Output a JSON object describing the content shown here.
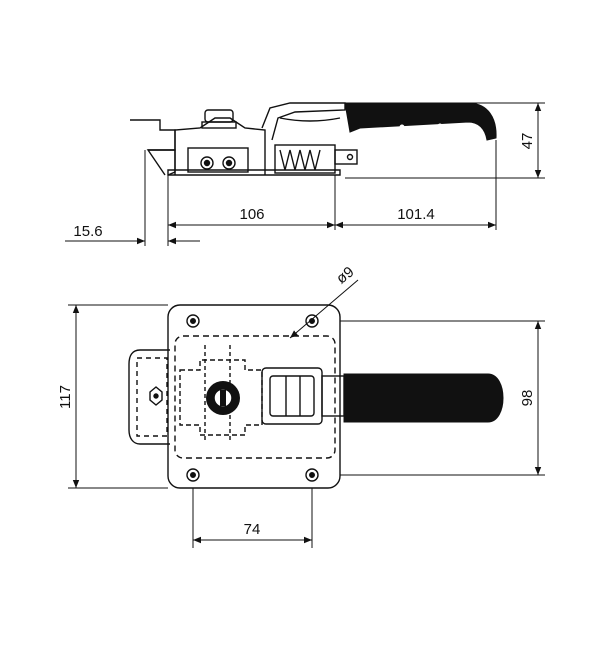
{
  "drawing": {
    "colors": {
      "line": "#111111",
      "handle": "#111111",
      "background": "#ffffff"
    },
    "side_view": {
      "dims": {
        "height": "47",
        "offset": "15.6",
        "base_length": "106",
        "handle_length": "101.4"
      }
    },
    "top_view": {
      "dims": {
        "height_outer": "117",
        "height_inner": "98",
        "hole_spacing": "74",
        "hole_diameter": "ø9"
      }
    }
  }
}
